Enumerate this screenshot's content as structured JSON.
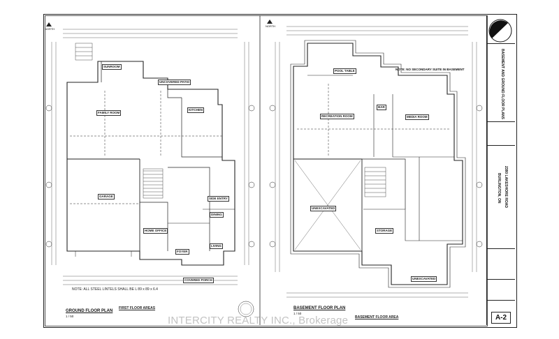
{
  "ground_plan": {
    "title": "GROUND FLOOR PLAN",
    "scale": "1 / 50",
    "north": "NORTH",
    "rooms": {
      "sunroom": "SUNROOM",
      "uncovered_patio": "UNCOVERED PATIO",
      "family_room": "FAMILY ROOM",
      "kitchen": "KITCHEN",
      "garage": "GARAGE",
      "home_office": "HOME OFFICE",
      "foyer": "FOYER",
      "dining": "DINING",
      "living": "LIVING",
      "side_entry": "SIDE ENTRY",
      "covered_porch": "COVERED PORCH"
    },
    "areas_title": "FIRST FLOOR AREAS",
    "note_bottom": "NOTE: ALL STEEL LINTELS SHALL BE L 89 x 89 x 6.4"
  },
  "basement_plan": {
    "title": "BASEMENT FLOOR PLAN",
    "scale": "1 / 50",
    "note": "NOTE: NO SECONDARY SUITE IN BASEMENT",
    "rooms": {
      "pool_table": "POOL TABLE",
      "recreation_room": "RECREATION ROOM",
      "bar": "BAR",
      "media_room": "MEDIA ROOM",
      "unexcavated": "UNEXCAVATED",
      "storage": "STORAGE",
      "unexcavated_2": "UNEXCAVATED"
    },
    "area_title": "BASEMENT FLOOR AREA"
  },
  "title_block": {
    "drawing_title": "BASEMENT AND GROUND FLOOR PLANS",
    "address": "2380 LAKESHORE ROAD",
    "city": "BURLINGTON, ON",
    "sheet": "A-2"
  },
  "watermark": "INTERCITY REALTY INC., Brokerage"
}
